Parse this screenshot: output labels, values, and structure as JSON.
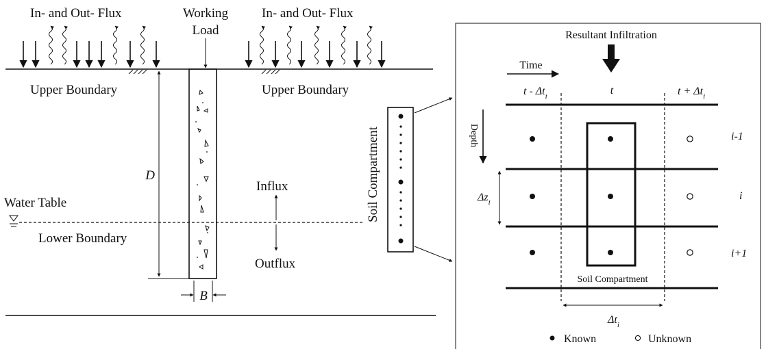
{
  "left_panel": {
    "flux_label_left": "In- and Out- Flux",
    "flux_label_right": "In- and Out- Flux",
    "working_load_line1": "Working",
    "working_load_line2": "Load",
    "upper_boundary_left": "Upper Boundary",
    "upper_boundary_right": "Upper Boundary",
    "water_table": "Water Table",
    "lower_boundary": "Lower Boundary",
    "depth_symbol": "D",
    "width_symbol": "B",
    "influx": "Influx",
    "outflux": "Outflux",
    "soil_compartment_vertical": "Soil Compartment"
  },
  "right_panel": {
    "resultant_infiltration": "Resultant Infiltration",
    "time_label": "Time",
    "depth_label": "Depth",
    "col_prev": "t - Δt",
    "col_prev_sub": "i",
    "col_now": "t",
    "col_next": "t + Δt",
    "col_next_sub": "i",
    "row_prev": "i-1",
    "row_now": "i",
    "row_next": "i+1",
    "delta_z": "Δz",
    "delta_z_sub": "i",
    "delta_t": "Δt",
    "delta_t_sub": "i",
    "soil_compartment": "Soil Compartment",
    "legend_known": "Known",
    "legend_unknown": "Unknown"
  }
}
